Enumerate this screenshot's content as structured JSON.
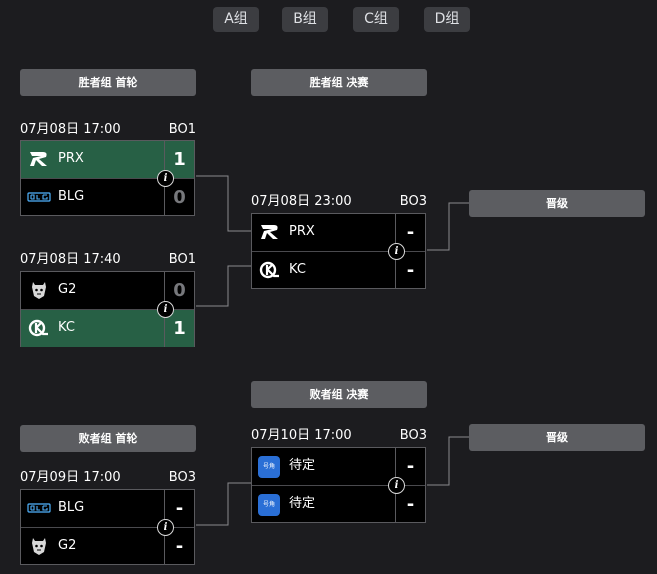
{
  "tabs": [
    {
      "label": "A组",
      "active": true
    },
    {
      "label": "B组",
      "active": false
    },
    {
      "label": "C组",
      "active": false
    },
    {
      "label": "D组",
      "active": false
    }
  ],
  "headers": {
    "winners_r1": "胜者组 首轮",
    "winners_final": "胜者组 决赛",
    "losers_r1": "败者组 首轮",
    "losers_final": "败者组 决赛"
  },
  "advance_label": "晋级",
  "info_glyph": "i",
  "tbd_icon_text": "号角",
  "matches": [
    {
      "datetime": "07月08日 17:00",
      "bo": "BO1",
      "team1": {
        "name": "PRX",
        "score": "1",
        "win": true,
        "logo": "prx-logo"
      },
      "team2": {
        "name": "BLG",
        "score": "0",
        "win": false,
        "logo": "blg-logo"
      }
    },
    {
      "datetime": "07月08日 17:40",
      "bo": "BO1",
      "team1": {
        "name": "G2",
        "score": "0",
        "win": false,
        "logo": "g2-logo"
      },
      "team2": {
        "name": "KC",
        "score": "1",
        "win": true,
        "logo": "kc-logo"
      }
    },
    {
      "datetime": "07月08日 23:00",
      "bo": "BO3",
      "team1": {
        "name": "PRX",
        "score": "-",
        "win": false,
        "logo": "prx-logo"
      },
      "team2": {
        "name": "KC",
        "score": "-",
        "win": false,
        "logo": "kc-logo"
      }
    },
    {
      "datetime": "07月09日 17:00",
      "bo": "BO3",
      "team1": {
        "name": "BLG",
        "score": "-",
        "win": false,
        "logo": "blg-logo"
      },
      "team2": {
        "name": "G2",
        "score": "-",
        "win": false,
        "logo": "g2-logo"
      }
    },
    {
      "datetime": "07月10日 17:00",
      "bo": "BO3",
      "team1": {
        "name": "待定",
        "score": "-",
        "win": false,
        "logo": "tbd-icon"
      },
      "team2": {
        "name": "待定",
        "score": "-",
        "win": false,
        "logo": "tbd-icon"
      }
    }
  ],
  "colors": {
    "accent": "#1d84f0",
    "win_row": "#276045",
    "header": "#5c5d61",
    "background": "#1c1c1f"
  }
}
